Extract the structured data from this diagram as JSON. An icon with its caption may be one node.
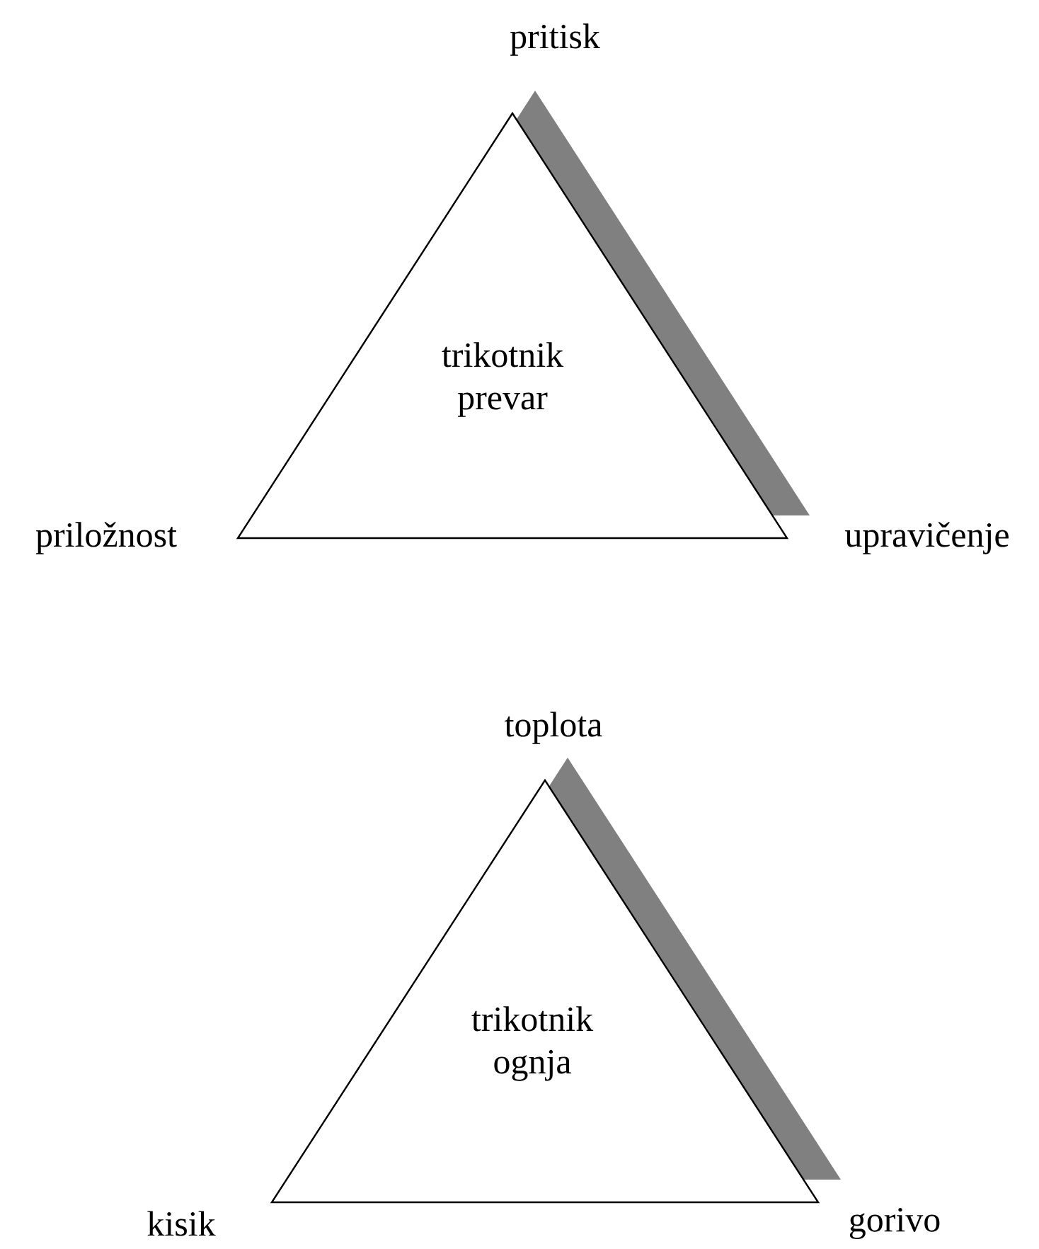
{
  "diagram": {
    "nodes": [
      {
        "text": [
          "trikotnik prevar"
        ],
        "beside": [
          "pritisk",
          "priložnost",
          "upravičenje"
        ]
      },
      {
        "text": [
          "trikotnik ognja"
        ],
        "beside": [
          "toplota",
          "kisik",
          "gorivo"
        ]
      }
    ]
  }
}
